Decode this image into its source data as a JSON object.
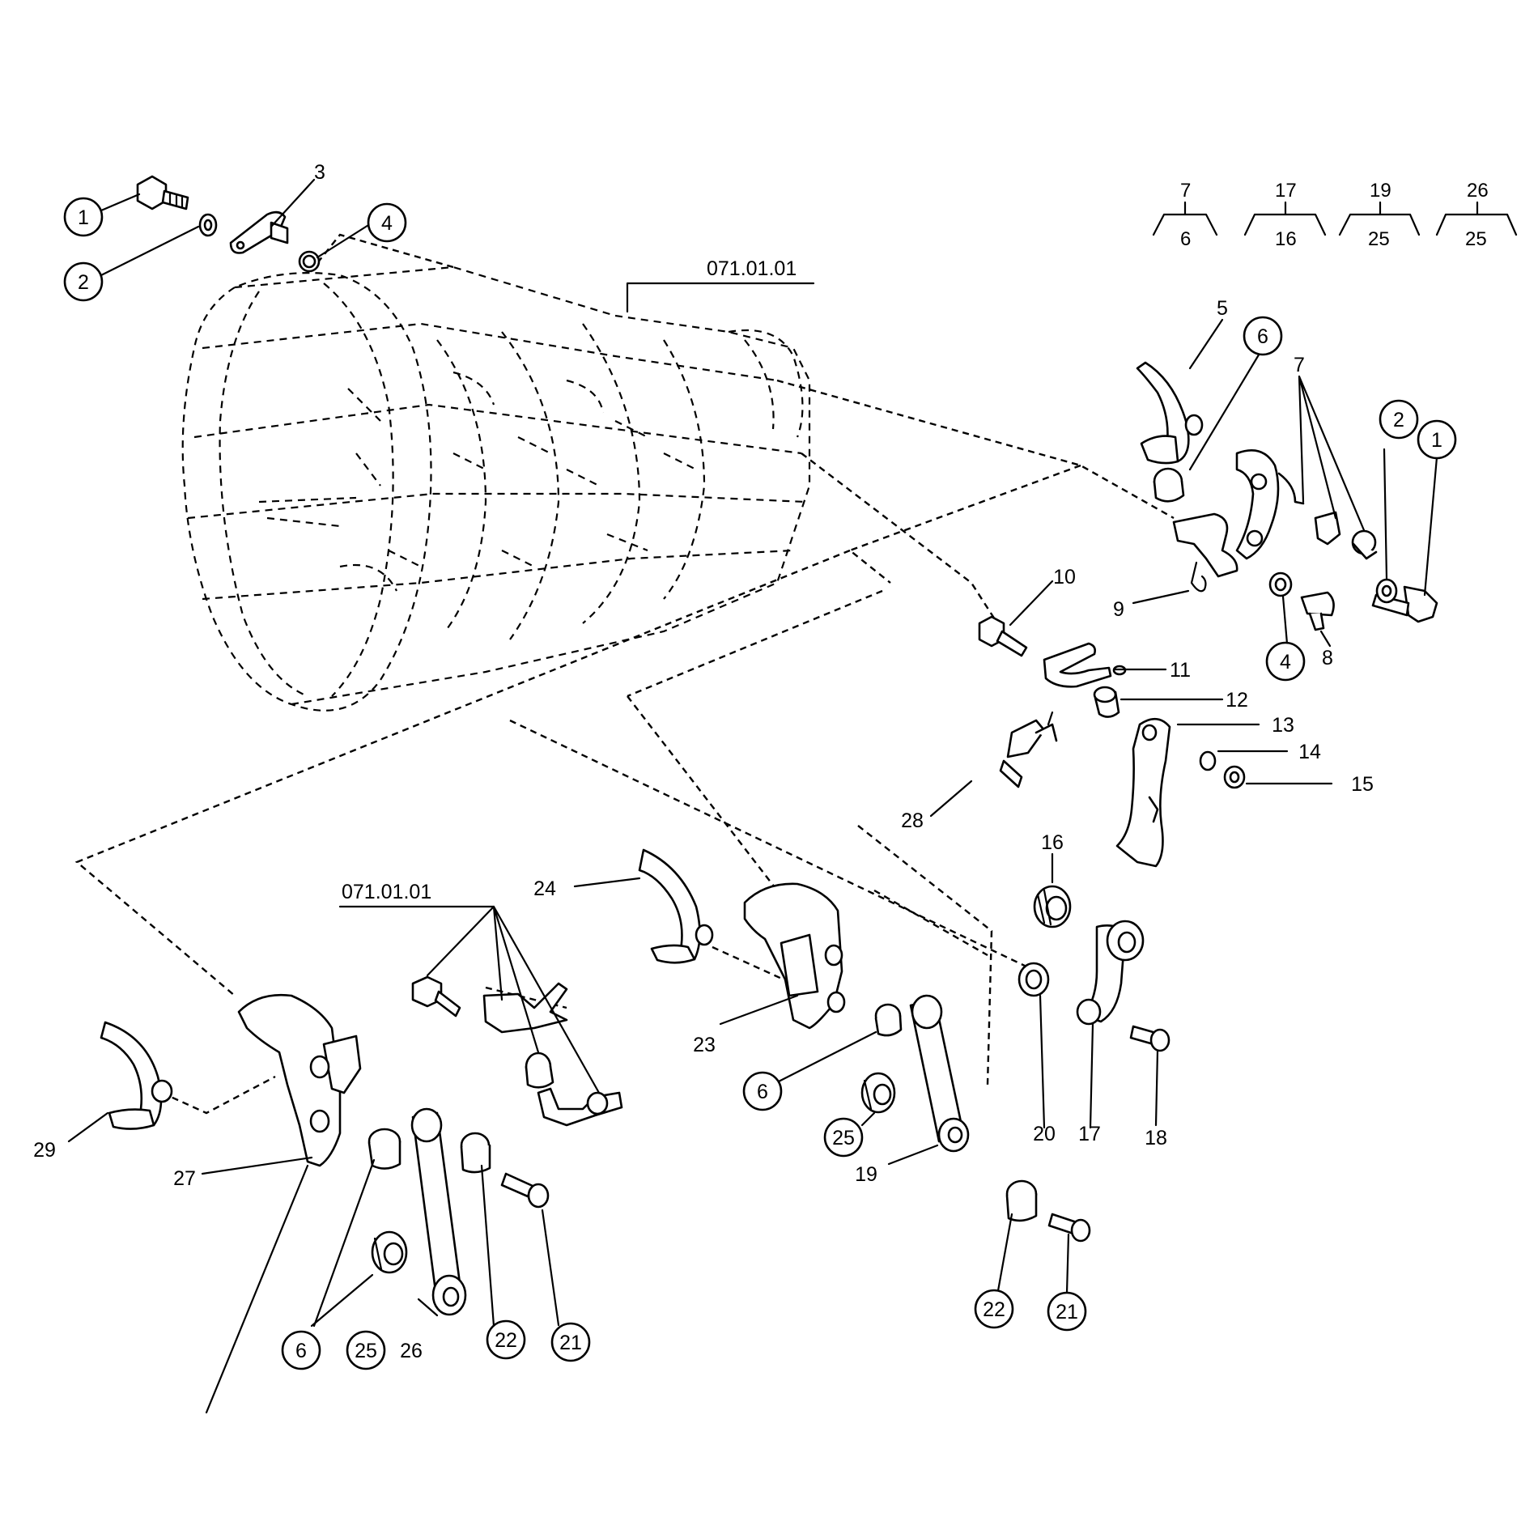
{
  "diagram": {
    "reference_labels": {
      "upper": "071.01.01",
      "lower": "071.01.01"
    },
    "assembly_key": [
      {
        "top": "7",
        "bottom": "6"
      },
      {
        "top": "17",
        "bottom": "16"
      },
      {
        "top": "19",
        "bottom": "25"
      },
      {
        "top": "26",
        "bottom": "25"
      }
    ],
    "callouts": [
      {
        "text": "1",
        "circled": true
      },
      {
        "text": "2",
        "circled": true
      },
      {
        "text": "3",
        "circled": false
      },
      {
        "text": "4",
        "circled": true
      },
      {
        "text": "5",
        "circled": false
      },
      {
        "text": "6",
        "circled": true
      },
      {
        "text": "7",
        "circled": false
      },
      {
        "text": "2",
        "circled": true
      },
      {
        "text": "1",
        "circled": true
      },
      {
        "text": "10",
        "circled": false
      },
      {
        "text": "9",
        "circled": false
      },
      {
        "text": "4",
        "circled": true
      },
      {
        "text": "8",
        "circled": false
      },
      {
        "text": "11",
        "circled": false
      },
      {
        "text": "12",
        "circled": false
      },
      {
        "text": "13",
        "circled": false
      },
      {
        "text": "14",
        "circled": false
      },
      {
        "text": "15",
        "circled": false
      },
      {
        "text": "28",
        "circled": false
      },
      {
        "text": "16",
        "circled": false
      },
      {
        "text": "24",
        "circled": false
      },
      {
        "text": "23",
        "circled": false
      },
      {
        "text": "6",
        "circled": true
      },
      {
        "text": "25",
        "circled": true
      },
      {
        "text": "19",
        "circled": false
      },
      {
        "text": "20",
        "circled": false
      },
      {
        "text": "17",
        "circled": false
      },
      {
        "text": "18",
        "circled": false
      },
      {
        "text": "22",
        "circled": true
      },
      {
        "text": "21",
        "circled": true
      },
      {
        "text": "29",
        "circled": false
      },
      {
        "text": "27",
        "circled": false
      },
      {
        "text": "6",
        "circled": true
      },
      {
        "text": "25",
        "circled": true
      },
      {
        "text": "26",
        "circled": false
      },
      {
        "text": "22",
        "circled": true
      },
      {
        "text": "21",
        "circled": true
      }
    ]
  }
}
